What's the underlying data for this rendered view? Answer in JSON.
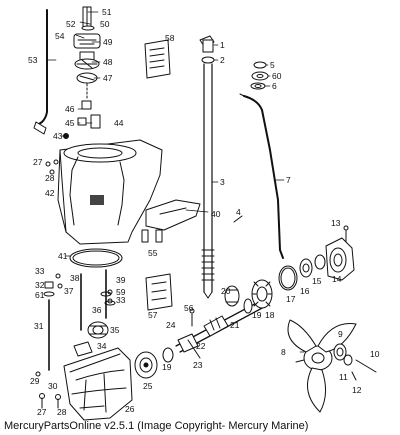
{
  "caption": "MercuryPartsOnline v2.5.1 (Image Copyright- Mercury Marine)",
  "callouts": [
    {
      "id": "c1",
      "text": "1"
    },
    {
      "id": "c2",
      "text": "2"
    },
    {
      "id": "c3",
      "text": "3"
    },
    {
      "id": "c4",
      "text": "4"
    },
    {
      "id": "c5",
      "text": "5"
    },
    {
      "id": "c6",
      "text": "6"
    },
    {
      "id": "c7",
      "text": "7"
    },
    {
      "id": "c8",
      "text": "8"
    },
    {
      "id": "c9",
      "text": "9"
    },
    {
      "id": "c10",
      "text": "10"
    },
    {
      "id": "c11",
      "text": "11"
    },
    {
      "id": "c12",
      "text": "12"
    },
    {
      "id": "c13",
      "text": "13"
    },
    {
      "id": "c14",
      "text": "14"
    },
    {
      "id": "c15",
      "text": "15"
    },
    {
      "id": "c16",
      "text": "16"
    },
    {
      "id": "c17",
      "text": "17"
    },
    {
      "id": "c18",
      "text": "18"
    },
    {
      "id": "c19a",
      "text": "19"
    },
    {
      "id": "c19b",
      "text": "19"
    },
    {
      "id": "c20",
      "text": "20"
    },
    {
      "id": "c21",
      "text": "21"
    },
    {
      "id": "c22",
      "text": "22"
    },
    {
      "id": "c23",
      "text": "23"
    },
    {
      "id": "c24",
      "text": "24"
    },
    {
      "id": "c25",
      "text": "25"
    },
    {
      "id": "c26",
      "text": "26"
    },
    {
      "id": "c27a",
      "text": "27"
    },
    {
      "id": "c27b",
      "text": "27"
    },
    {
      "id": "c28a",
      "text": "28"
    },
    {
      "id": "c28b",
      "text": "28"
    },
    {
      "id": "c29",
      "text": "29"
    },
    {
      "id": "c30",
      "text": "30"
    },
    {
      "id": "c31",
      "text": "31"
    },
    {
      "id": "c32",
      "text": "32"
    },
    {
      "id": "c33a",
      "text": "33"
    },
    {
      "id": "c33b",
      "text": "33"
    },
    {
      "id": "c34",
      "text": "34"
    },
    {
      "id": "c35",
      "text": "35"
    },
    {
      "id": "c36",
      "text": "36"
    },
    {
      "id": "c37",
      "text": "37"
    },
    {
      "id": "c38",
      "text": "38"
    },
    {
      "id": "c39",
      "text": "39"
    },
    {
      "id": "c40",
      "text": "40"
    },
    {
      "id": "c41",
      "text": "41"
    },
    {
      "id": "c42",
      "text": "42"
    },
    {
      "id": "c43",
      "text": "43"
    },
    {
      "id": "c44",
      "text": "44"
    },
    {
      "id": "c45",
      "text": "45"
    },
    {
      "id": "c46",
      "text": "46"
    },
    {
      "id": "c47",
      "text": "47"
    },
    {
      "id": "c48",
      "text": "48"
    },
    {
      "id": "c49",
      "text": "49"
    },
    {
      "id": "c50",
      "text": "50"
    },
    {
      "id": "c51",
      "text": "51"
    },
    {
      "id": "c52",
      "text": "52"
    },
    {
      "id": "c53",
      "text": "53"
    },
    {
      "id": "c54",
      "text": "54"
    },
    {
      "id": "c55",
      "text": "55"
    },
    {
      "id": "c56",
      "text": "56"
    },
    {
      "id": "c57",
      "text": "57"
    },
    {
      "id": "c58",
      "text": "58"
    },
    {
      "id": "c59",
      "text": "59"
    },
    {
      "id": "c60",
      "text": "60"
    },
    {
      "id": "c61",
      "text": "61"
    }
  ]
}
